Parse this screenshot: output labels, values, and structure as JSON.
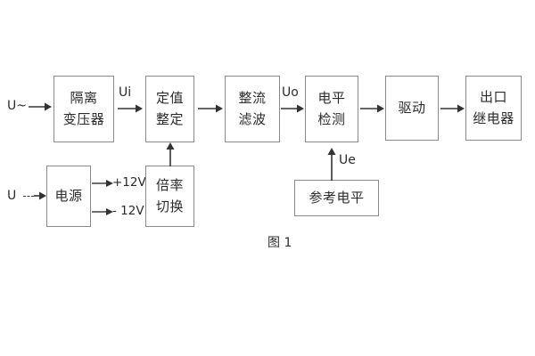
{
  "figure": {
    "caption": "图 1",
    "blocks": [
      {
        "id": "isolation-transformer",
        "lines": [
          "隔离",
          "变压器"
        ]
      },
      {
        "id": "setting-value",
        "lines": [
          "定值",
          "整定"
        ]
      },
      {
        "id": "rectify-filter",
        "lines": [
          "整流",
          "滤波"
        ]
      },
      {
        "id": "level-detection",
        "lines": [
          "电平",
          "检测"
        ]
      },
      {
        "id": "drive",
        "lines": [
          "驱动"
        ]
      },
      {
        "id": "output-relay",
        "lines": [
          "出口",
          "继电器"
        ]
      },
      {
        "id": "power-supply",
        "lines": [
          "电源"
        ]
      },
      {
        "id": "multiplier-switch",
        "lines": [
          "倍率",
          "切换"
        ]
      },
      {
        "id": "reference-level",
        "lines": [
          "参考电平"
        ]
      }
    ],
    "signals": {
      "input_ac": "U~",
      "input_dc": "U",
      "ui": "Ui",
      "uo": "Uo",
      "ue": "Ue",
      "rail_pos": "+12V",
      "rail_neg": "- 12V"
    }
  },
  "style": {
    "border_color": "#8a8a8a",
    "text_color": "#2b2b2b",
    "arrow_color": "#333333",
    "background": "#ffffff"
  }
}
